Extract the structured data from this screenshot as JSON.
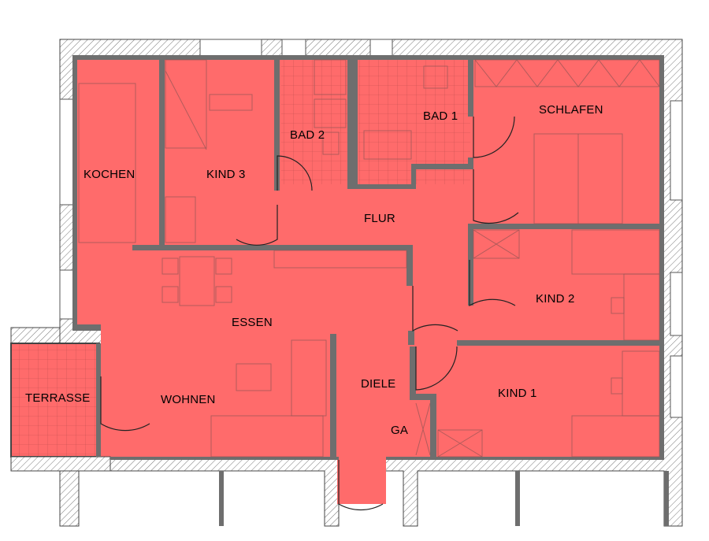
{
  "colors": {
    "room_fill": "#ff6b6b",
    "wall": "#6e6e6e",
    "background": "#ffffff"
  },
  "rooms": {
    "kochen": "KOCHEN",
    "kind3": "KIND 3",
    "bad2": "BAD 2",
    "bad1": "BAD 1",
    "schlafen": "SCHLAFEN",
    "flur": "FLUR",
    "essen": "ESSEN",
    "kind2": "KIND 2",
    "terrasse": "TERRASSE",
    "wohnen": "WOHNEN",
    "diele": "DIELE",
    "ga": "GA",
    "kind1": "KIND 1"
  }
}
